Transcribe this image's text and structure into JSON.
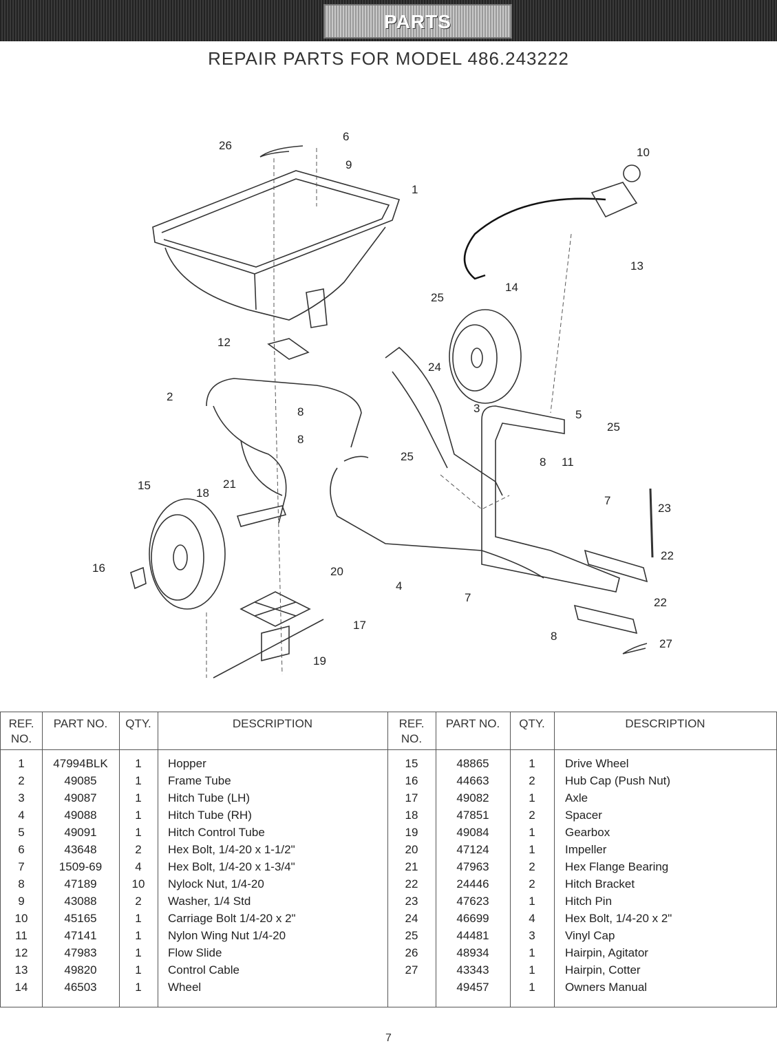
{
  "banner": {
    "label": "PARTS"
  },
  "page_title": "REPAIR PARTS FOR MODEL 486.243222",
  "diagram": {
    "callouts": [
      "26",
      "6",
      "9",
      "1",
      "10",
      "13",
      "14",
      "25",
      "12",
      "24",
      "2",
      "3",
      "8",
      "8",
      "5",
      "25",
      "8",
      "11",
      "15",
      "18",
      "21",
      "25",
      "7",
      "23",
      "16",
      "20",
      "22",
      "4",
      "7",
      "22",
      "17",
      "8",
      "27",
      "19"
    ]
  },
  "table": {
    "headers": {
      "ref_no": "REF. NO.",
      "part_no": "PART NO.",
      "qty": "QTY.",
      "description": "DESCRIPTION"
    },
    "left_rows": [
      {
        "ref": "1",
        "part": "47994BLK",
        "qty": "1",
        "desc": "Hopper"
      },
      {
        "ref": "2",
        "part": "49085",
        "qty": "1",
        "desc": "Frame Tube"
      },
      {
        "ref": "3",
        "part": "49087",
        "qty": "1",
        "desc": "Hitch Tube (LH)"
      },
      {
        "ref": "4",
        "part": "49088",
        "qty": "1",
        "desc": "Hitch Tube (RH)"
      },
      {
        "ref": "5",
        "part": "49091",
        "qty": "1",
        "desc": "Hitch Control Tube"
      },
      {
        "ref": "6",
        "part": "43648",
        "qty": "2",
        "desc": "Hex Bolt, 1/4-20 x 1-1/2\""
      },
      {
        "ref": "7",
        "part": "1509-69",
        "qty": "4",
        "desc": "Hex Bolt, 1/4-20 x 1-3/4\""
      },
      {
        "ref": "8",
        "part": "47189",
        "qty": "10",
        "desc": "Nylock Nut, 1/4-20"
      },
      {
        "ref": "9",
        "part": "43088",
        "qty": "2",
        "desc": "Washer, 1/4 Std"
      },
      {
        "ref": "10",
        "part": "45165",
        "qty": "1",
        "desc": "Carriage Bolt 1/4-20 x 2\""
      },
      {
        "ref": "11",
        "part": "47141",
        "qty": "1",
        "desc": "Nylon Wing Nut 1/4-20"
      },
      {
        "ref": "12",
        "part": "47983",
        "qty": "1",
        "desc": "Flow Slide"
      },
      {
        "ref": "13",
        "part": "49820",
        "qty": "1",
        "desc": "Control Cable"
      },
      {
        "ref": "14",
        "part": "46503",
        "qty": "1",
        "desc": "Wheel"
      }
    ],
    "right_rows": [
      {
        "ref": "15",
        "part": "48865",
        "qty": "1",
        "desc": "Drive Wheel"
      },
      {
        "ref": "16",
        "part": "44663",
        "qty": "2",
        "desc": "Hub Cap (Push Nut)"
      },
      {
        "ref": "17",
        "part": "49082",
        "qty": "1",
        "desc": "Axle"
      },
      {
        "ref": "18",
        "part": "47851",
        "qty": "2",
        "desc": "Spacer"
      },
      {
        "ref": "19",
        "part": "49084",
        "qty": "1",
        "desc": "Gearbox"
      },
      {
        "ref": "20",
        "part": "47124",
        "qty": "1",
        "desc": "Impeller"
      },
      {
        "ref": "21",
        "part": "47963",
        "qty": "2",
        "desc": "Hex Flange Bearing"
      },
      {
        "ref": "22",
        "part": "24446",
        "qty": "2",
        "desc": "Hitch Bracket"
      },
      {
        "ref": "23",
        "part": "47623",
        "qty": "1",
        "desc": "Hitch Pin"
      },
      {
        "ref": "24",
        "part": "46699",
        "qty": "4",
        "desc": "Hex Bolt, 1/4-20 x 2\""
      },
      {
        "ref": "25",
        "part": "44481",
        "qty": "3",
        "desc": "Vinyl Cap"
      },
      {
        "ref": "26",
        "part": "48934",
        "qty": "1",
        "desc": "Hairpin, Agitator"
      },
      {
        "ref": "27",
        "part": "43343",
        "qty": "1",
        "desc": "Hairpin, Cotter"
      },
      {
        "ref": "",
        "part": "49457",
        "qty": "1",
        "desc": "Owners Manual"
      }
    ]
  },
  "page_number": "7"
}
